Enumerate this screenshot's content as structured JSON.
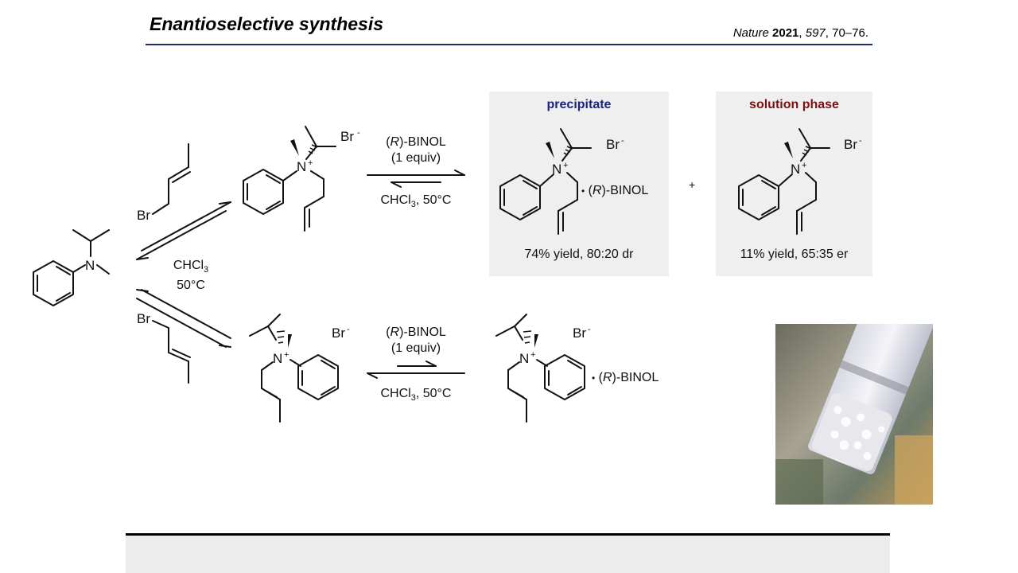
{
  "slide": {
    "title": "Enantioselective synthesis",
    "citation": {
      "journal": "Nature",
      "year": "2021",
      "volume": "597",
      "pages": ", 70–76."
    }
  },
  "conditions": {
    "left_solvent": "CHCl",
    "left_solvent_sub": "3",
    "left_temp": "50°C",
    "top_reagent_r": "R",
    "top_reagent_rest": ")-BINOL",
    "top_equiv": "(1 equiv)",
    "top_solvent": "CHCl",
    "top_solvent_sub": "3",
    "top_temp": ", 50°C",
    "bottom_reagent_r": "R",
    "bottom_reagent_rest": ")-BINOL",
    "bottom_equiv": "(1 equiv)",
    "bottom_solvent": "CHCl",
    "bottom_solvent_sub": "3",
    "bottom_temp": ", 50°C",
    "plus": "+"
  },
  "atoms": {
    "n": "N",
    "br": "Br",
    "charge_plus": "+",
    "charge_minus": "-",
    "binol_dot": "•",
    "binol_r": "R",
    "binol_rest": ")-BINOL"
  },
  "panels": {
    "precipitate": {
      "title": "precipitate",
      "result": "74% yield, 80:20 dr",
      "title_color": "#1a237e"
    },
    "solution": {
      "title": "solution phase",
      "result": "11% yield, 65:35 er",
      "title_color": "#7b1010"
    }
  },
  "photo": {
    "description_icon": "vial-photo"
  }
}
